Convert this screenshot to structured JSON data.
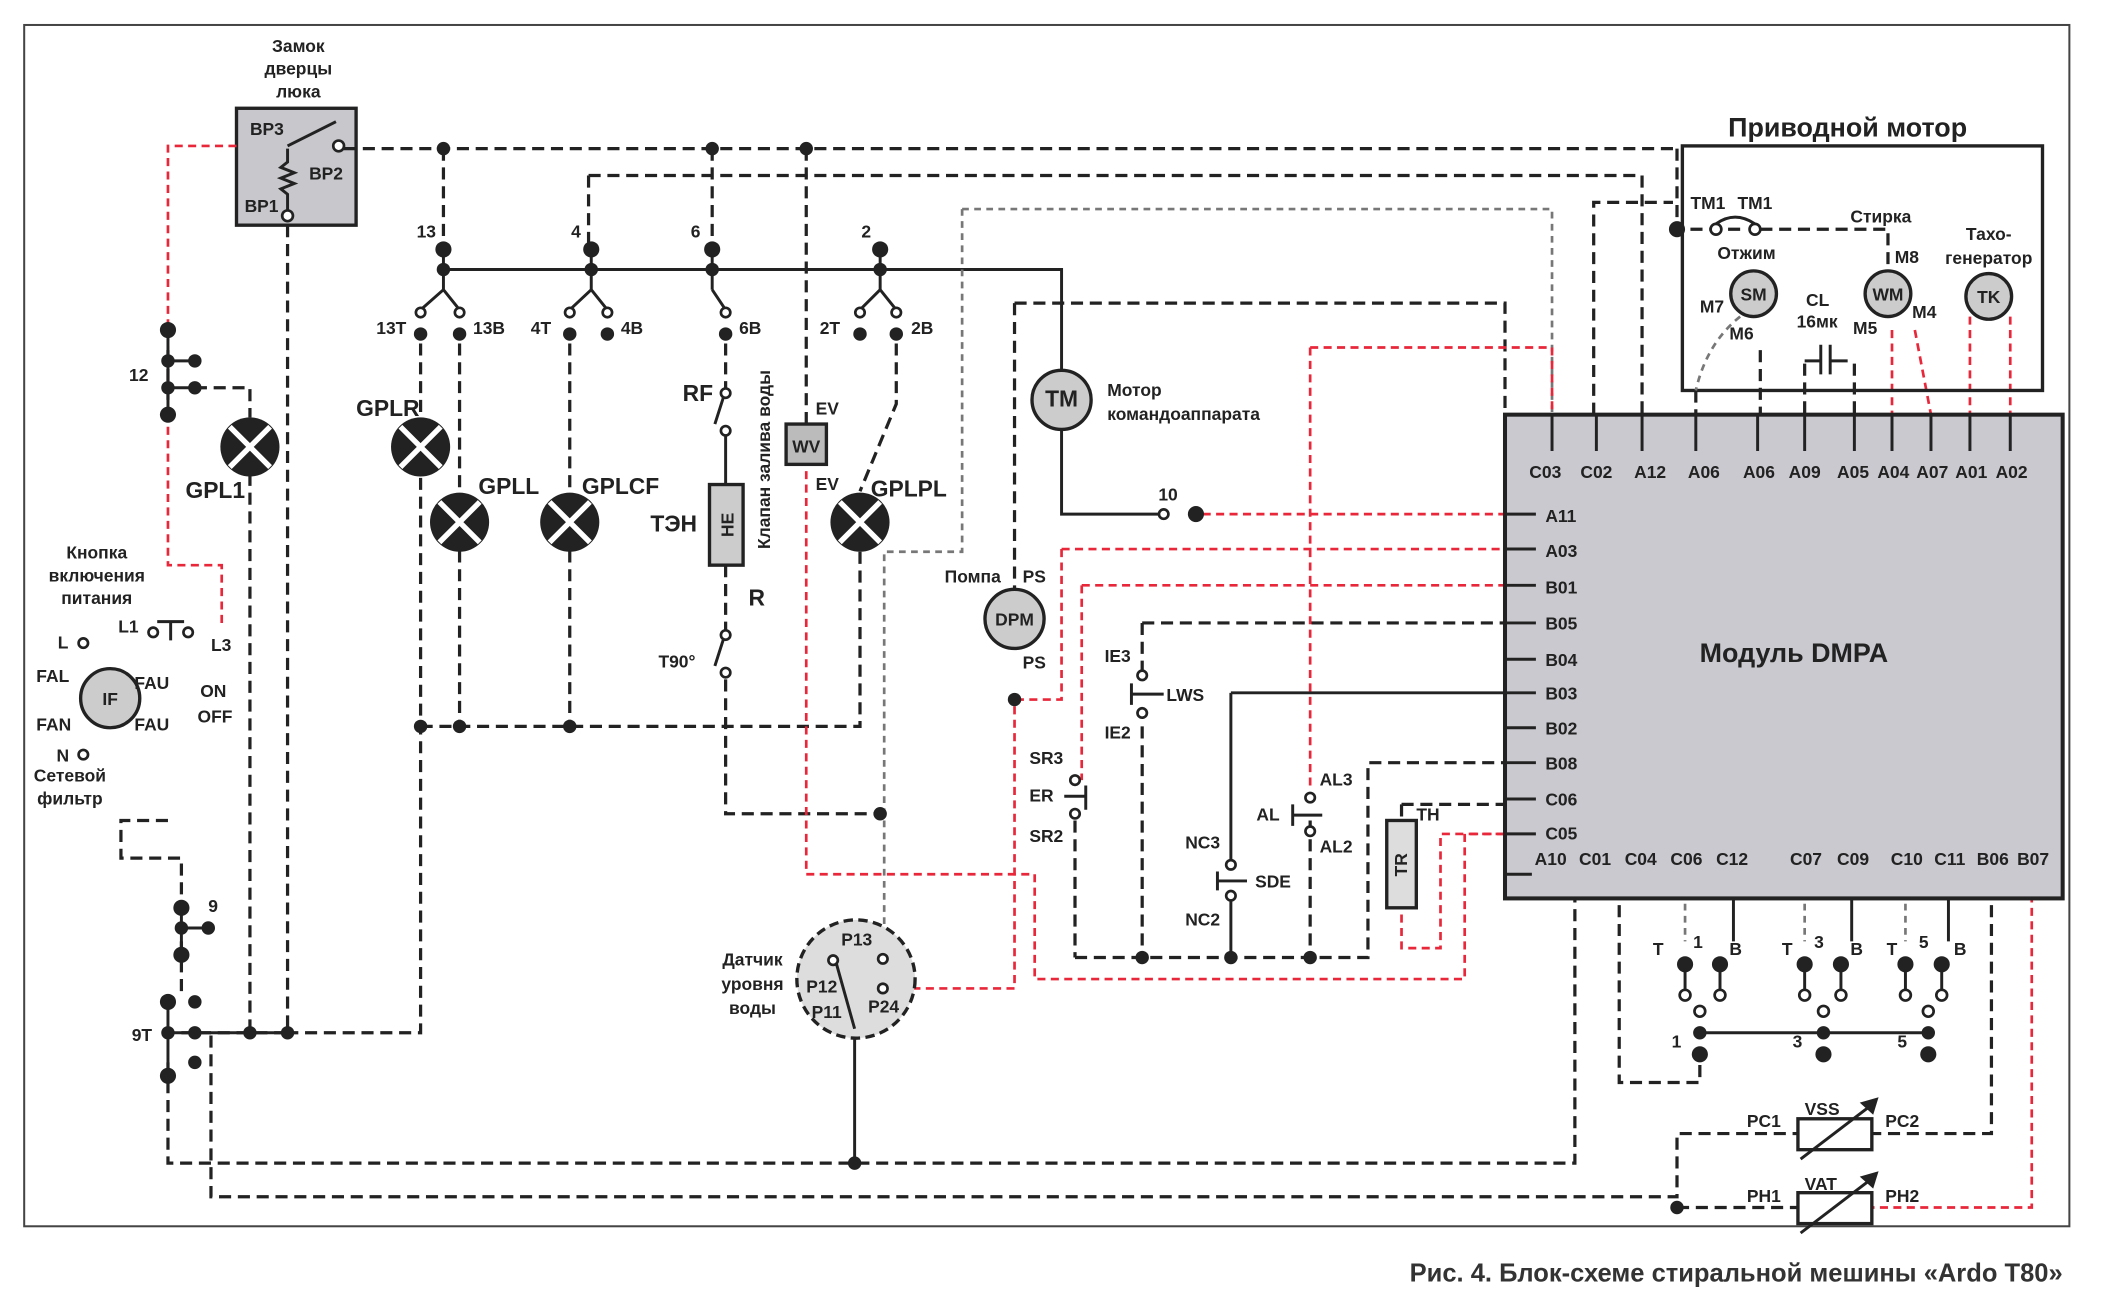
{
  "door_lock": {
    "title_lines": [
      "Замок",
      "дверцы",
      "люка"
    ],
    "bp3": "BP3",
    "bp2": "BP2",
    "bp1": "BP1"
  },
  "program_switch": {
    "terminals": [
      "13",
      "4",
      "6",
      "2",
      "12",
      "9",
      "9T",
      "10"
    ],
    "contacts": [
      "13T",
      "13B",
      "4T",
      "4B",
      "6B",
      "2T",
      "2B"
    ]
  },
  "lamps": [
    "GPL1",
    "GPLR",
    "GPLL",
    "GPLCF",
    "GPLPL"
  ],
  "heater": {
    "rf": "RF",
    "he": "HE",
    "label": "ТЭН",
    "r": "R",
    "t90": "T90°"
  },
  "valve": {
    "wv": "WV",
    "ev_top": "EV",
    "ev_bottom": "EV",
    "label": "Клапан залива воды"
  },
  "timer_motor": {
    "tm": "TM",
    "label_lines": [
      "Мотор",
      "командоаппарата"
    ]
  },
  "pump": {
    "label": "Помпа",
    "dpm": "DPM",
    "ps_top": "PS",
    "ps_bottom": "PS"
  },
  "power_button": {
    "title_lines": [
      "Кнопка",
      "включения",
      "питания"
    ],
    "l": "L",
    "l1": "L1",
    "l3": "L3",
    "fal": "FAL",
    "fau1": "FAU",
    "fan": "FAN",
    "fau2": "FAU",
    "n": "N",
    "if": "IF",
    "on": "ON",
    "off": "OFF",
    "filter_lines": [
      "Сетевой",
      "фильтр"
    ]
  },
  "drive_motor": {
    "title": "Приводной мотор",
    "tm1a": "TM1",
    "tm1b": "TM1",
    "wash": "Стирка",
    "spin": "Отжим",
    "tacho_lines": [
      "Тахо-",
      "генератор"
    ],
    "sm": "SM",
    "wm": "WM",
    "tk": "TK",
    "m7": "M7",
    "m6": "M6",
    "m8": "M8",
    "m5": "M5",
    "m4": "M4",
    "cl": "CL",
    "cl_value": "16мк"
  },
  "module": {
    "title": "Модуль DMPA",
    "top_pins": [
      "C03",
      "C02",
      "A12",
      "A06",
      "A06",
      "A09",
      "A05",
      "A04",
      "A07",
      "A01",
      "A02"
    ],
    "left_pins": [
      "A11",
      "A03",
      "B01",
      "B05",
      "B04",
      "B03",
      "B02",
      "B08",
      "C06",
      "C05"
    ],
    "bottom_pins": [
      "A10",
      "C01",
      "C04",
      "C06",
      "C12",
      "C07",
      "C09",
      "C10",
      "C11",
      "B06",
      "B07"
    ]
  },
  "sensors": {
    "ie3": "IE3",
    "lws": "LWS",
    "ie2": "IE2",
    "sr3": "SR3",
    "er": "ER",
    "sr2": "SR2",
    "al": "AL",
    "al3": "AL3",
    "al2": "AL2",
    "nc3": "NC3",
    "sde": "SDE",
    "nc2": "NC2",
    "tr": "TR",
    "th": "TH"
  },
  "level_sensor": {
    "label_lines": [
      "Датчик",
      "уровня",
      "воды"
    ],
    "p13": "P13",
    "p12": "P12",
    "p11": "P11",
    "p24": "P24"
  },
  "terminal_block": {
    "t": "T",
    "b": "B",
    "n1": "1",
    "n3": "3",
    "n5": "5"
  },
  "resistors": {
    "vss": "VSS",
    "pc1": "PC1",
    "pc2": "PC2",
    "vat": "VAT",
    "ph1": "PH1",
    "ph2": "PH2"
  },
  "caption": "Рис. 4. Блок-схеме стиральной мешины «Ardo T80»"
}
